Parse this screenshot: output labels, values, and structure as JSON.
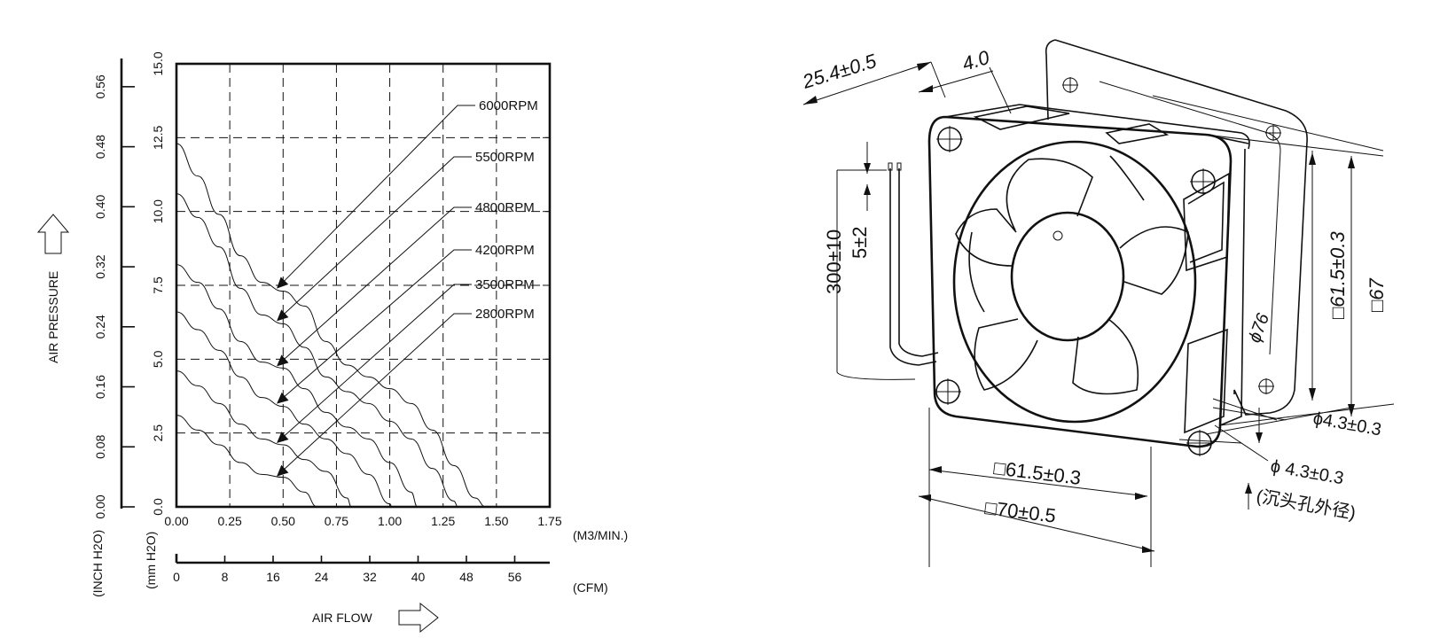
{
  "chart_data": {
    "type": "line",
    "title": "",
    "xlabel": "AIR FLOW",
    "ylabel": "AIR PRESSURE",
    "x_unit_primary": "(M3/MIN.)",
    "x_unit_secondary": "(CFM)",
    "y_unit_primary": "(mm H2O)",
    "y_unit_secondary": "(INCH H2O)",
    "xlim": [
      0,
      1.75
    ],
    "ylim": [
      0,
      15
    ],
    "x_ticks": [
      "0.00",
      "0.25",
      "0.50",
      "0.75",
      "1.00",
      "1.25",
      "1.50",
      "1.75"
    ],
    "y_ticks": [
      "0.0",
      "2.5",
      "5.0",
      "7.5",
      "10.0",
      "12.5",
      "15.0"
    ],
    "y2_ticks": [
      "0.00",
      "0.08",
      "0.16",
      "0.24",
      "0.32",
      "0.40",
      "0.48",
      "0.56"
    ],
    "x2_ticks": [
      "0",
      "8",
      "16",
      "24",
      "32",
      "40",
      "48",
      "56"
    ],
    "grid": true,
    "series": [
      {
        "name": "6000RPM",
        "x": [
          0,
          0.1,
          0.2,
          0.3,
          0.4,
          0.5,
          0.6,
          0.7,
          0.8,
          0.9,
          1.0,
          1.1,
          1.2,
          1.3,
          1.4,
          1.45
        ],
        "y": [
          12.3,
          11.2,
          9.9,
          8.5,
          7.6,
          7.3,
          6.8,
          5.6,
          4.8,
          4.4,
          4.0,
          3.5,
          2.6,
          1.4,
          0.3,
          0
        ]
      },
      {
        "name": "5500RPM",
        "x": [
          0,
          0.1,
          0.2,
          0.3,
          0.4,
          0.5,
          0.6,
          0.7,
          0.8,
          0.9,
          1.0,
          1.1,
          1.2,
          1.3,
          1.32
        ],
        "y": [
          10.6,
          9.8,
          8.8,
          7.4,
          6.5,
          6.2,
          5.4,
          4.4,
          3.9,
          3.5,
          2.9,
          2.3,
          1.3,
          0.2,
          0
        ]
      },
      {
        "name": "4800RPM",
        "x": [
          0,
          0.1,
          0.2,
          0.3,
          0.4,
          0.5,
          0.6,
          0.7,
          0.8,
          0.9,
          1.0,
          1.1,
          1.13
        ],
        "y": [
          8.2,
          7.6,
          6.7,
          5.6,
          4.9,
          4.7,
          4.0,
          3.2,
          2.7,
          2.3,
          1.5,
          0.5,
          0
        ]
      },
      {
        "name": "4200RPM",
        "x": [
          0,
          0.1,
          0.2,
          0.3,
          0.4,
          0.5,
          0.6,
          0.7,
          0.8,
          0.9,
          1.0,
          1.01
        ],
        "y": [
          6.6,
          6.0,
          5.3,
          4.4,
          3.7,
          3.4,
          2.8,
          2.3,
          1.8,
          1.1,
          0.1,
          0
        ]
      },
      {
        "name": "3500RPM",
        "x": [
          0,
          0.1,
          0.2,
          0.3,
          0.4,
          0.5,
          0.6,
          0.7,
          0.8,
          0.82
        ],
        "y": [
          4.6,
          4.1,
          3.5,
          2.8,
          2.3,
          2.1,
          1.6,
          1.2,
          0.3,
          0
        ]
      },
      {
        "name": "2800RPM",
        "x": [
          0,
          0.1,
          0.2,
          0.3,
          0.4,
          0.5,
          0.6,
          0.66
        ],
        "y": [
          3.1,
          2.6,
          2.1,
          1.5,
          1.1,
          1.0,
          0.5,
          0
        ]
      }
    ]
  },
  "drawing": {
    "dims": {
      "depth": "25.4±0.5",
      "flange": "4.0",
      "lead_length": "300±10",
      "strip": "5±2",
      "hole_spacing_v": "□61.5±0.3",
      "frame_v": "□67",
      "hub_dia": "ϕ76",
      "hole_dia": "ϕ4.3±0.3",
      "csk_dia": "ϕ 4.3±0.3",
      "csk_note": "(沉头孔外径)",
      "hole_spacing_h": "□61.5±0.3",
      "frame_h": "□70±0.5"
    }
  },
  "colors": {
    "ink": "#111111",
    "background": "#ffffff"
  }
}
